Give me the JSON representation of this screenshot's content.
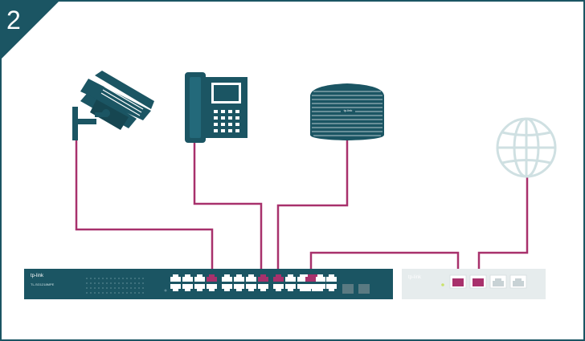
{
  "step": {
    "number": "2"
  },
  "switch": {
    "brand": "tp-link",
    "model": "TL-SG1218MPE"
  },
  "router": {
    "brand": "tp-link"
  },
  "access_point": {
    "brand": "tp-link"
  },
  "colors": {
    "frame": "#1b5563",
    "device": "#1b5563",
    "cable": "#a8316c",
    "globe": "#cfe0e2",
    "router_body": "#e6eced"
  },
  "icons": [
    "security-camera-icon",
    "ip-phone-icon",
    "access-point-icon",
    "globe-icon",
    "network-switch-icon",
    "router-icon"
  ]
}
